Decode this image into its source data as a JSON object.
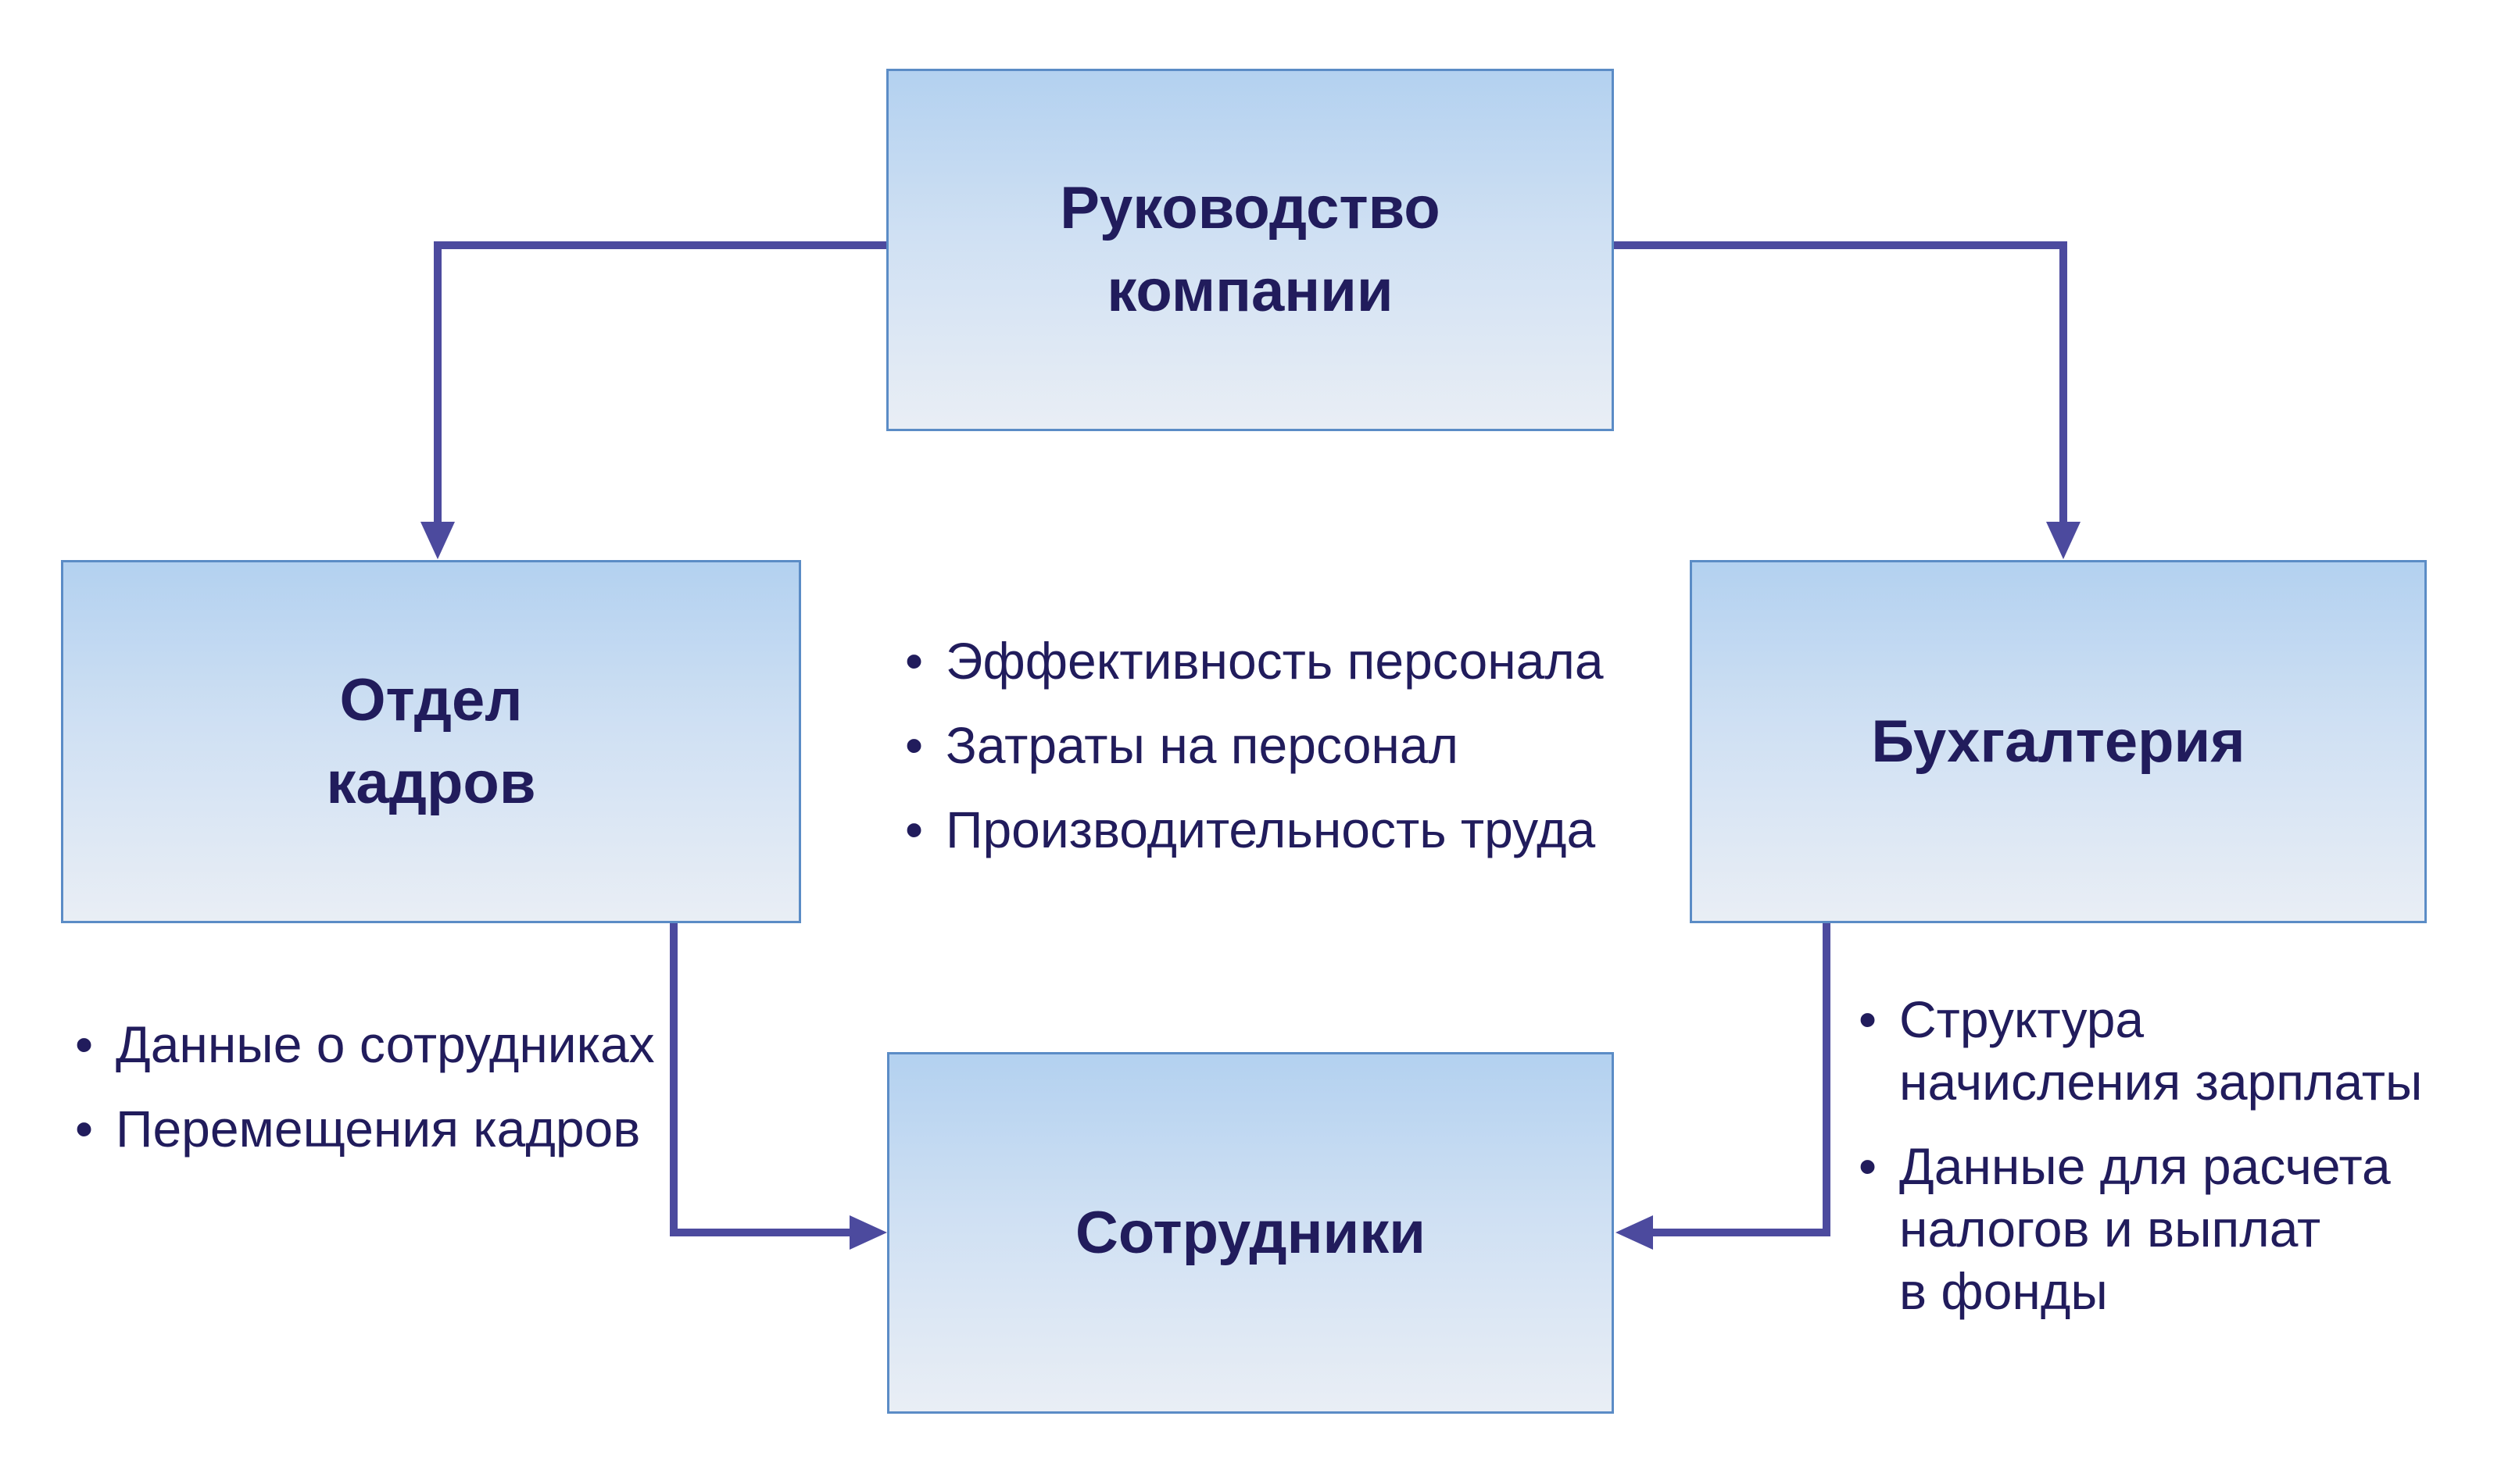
{
  "colors": {
    "page_bg": "#ffffff",
    "connector": "#4c4a9e",
    "box_border": "#5b8cc6",
    "box_fill_top": "#b3d1f0",
    "box_fill_bottom": "#e9eef5",
    "text": "#211c5c"
  },
  "bullet": "•",
  "nodes": {
    "management": {
      "label": "Руководство\nкомпании"
    },
    "hr": {
      "label": "Отдел\nкадров"
    },
    "accounting": {
      "label": "Бухгалтерия"
    },
    "employees": {
      "label": "Сотрудники"
    }
  },
  "lists": {
    "management_metrics": {
      "items": [
        "Эффективность персонала",
        "Затраты на персонал",
        "Производительность труда"
      ]
    },
    "hr_outputs": {
      "items": [
        "Данные о сотрудниках",
        "Перемещения кадров"
      ]
    },
    "accounting_outputs": {
      "items": [
        "Структура\nначисления зарплаты",
        "Данные для расчета\nналогов и выплат\nв фонды"
      ]
    }
  }
}
